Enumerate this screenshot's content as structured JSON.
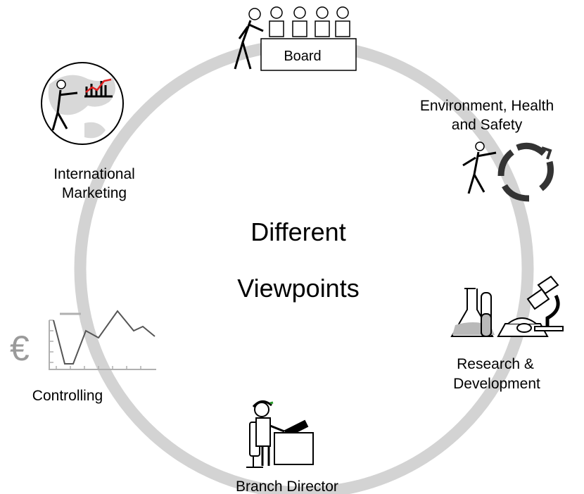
{
  "center_text": {
    "line1": "Different",
    "line2": "Viewpoints"
  },
  "colors": {
    "ring": "#d3d3d3",
    "stroke": "#000000",
    "chart_line": "#555555",
    "euro": "#9a9a9a",
    "accent_red": "#e02020",
    "accent_green": "#2a9a2a"
  },
  "nodes": {
    "board": {
      "label": "Board",
      "icon": "board-meeting-icon"
    },
    "ehs": {
      "line1": "Environment, Health",
      "line2": "and Safety",
      "icon": "recycle-icon"
    },
    "rnd": {
      "line1": "Research &",
      "line2": "Development",
      "icon": "laboratory-icon"
    },
    "branch": {
      "label": "Branch Director",
      "icon": "desk-worker-icon"
    },
    "controlling": {
      "label": "Controlling",
      "icon": "euro-chart-icon"
    },
    "intl": {
      "line1": "International",
      "line2": "Marketing",
      "icon": "globe-icon"
    }
  }
}
